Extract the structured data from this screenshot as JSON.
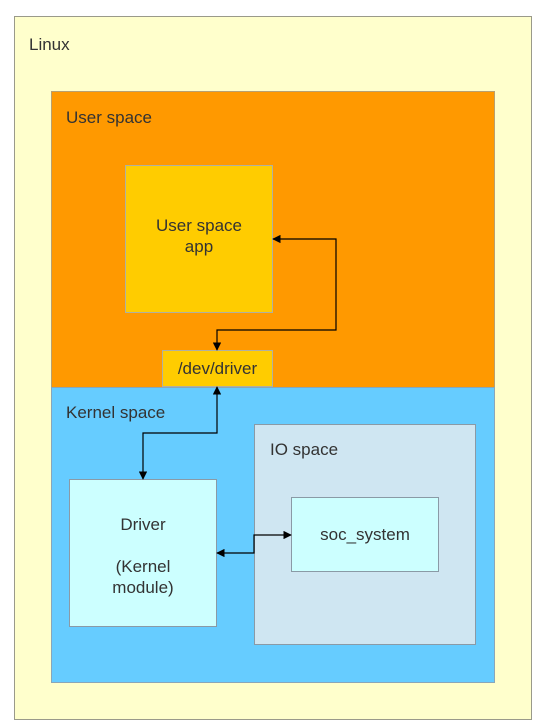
{
  "diagram": {
    "linux_label": "Linux",
    "user_space_label": "User space",
    "kernel_space_label": "Kernel space",
    "io_space_label": "IO space",
    "user_app_label": "User space\napp",
    "dev_driver_label": "/dev/driver",
    "driver_label": "Driver\n\n(Kernel\nmodule)",
    "soc_label": "soc_system"
  },
  "colors": {
    "linux_bg": "#ffffcc",
    "user_space_bg": "#ff9900",
    "kernel_space_bg": "#66ccff",
    "app_bg": "#ffcc00",
    "io_space_bg": "#cfe6f2",
    "module_bg": "#ccffff"
  }
}
